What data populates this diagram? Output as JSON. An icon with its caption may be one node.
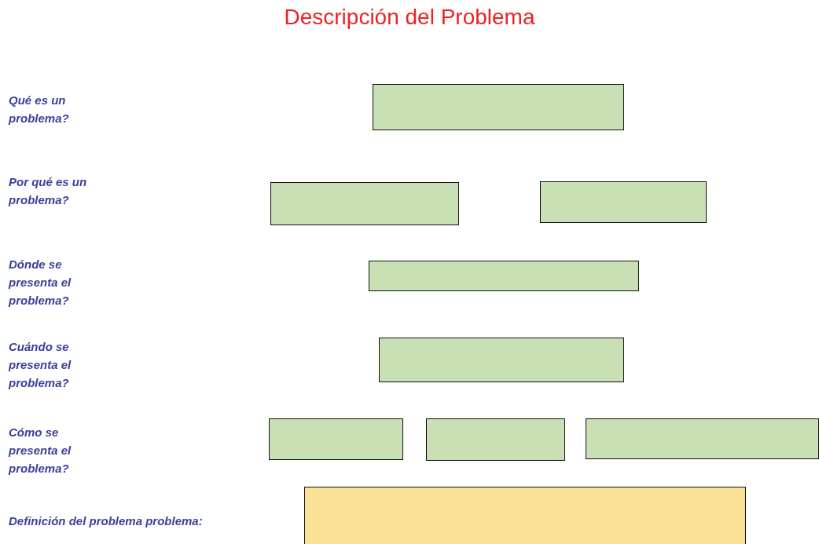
{
  "diagram": {
    "title": "Descripción del Problema",
    "labels": [
      "Qué es un problema?",
      "Por qué es un problema?",
      "Dónde se presenta el problema?",
      "Cuándo se presenta el problema?",
      "Cómo se presenta el problema?",
      "Definición del problema problema:"
    ]
  }
}
